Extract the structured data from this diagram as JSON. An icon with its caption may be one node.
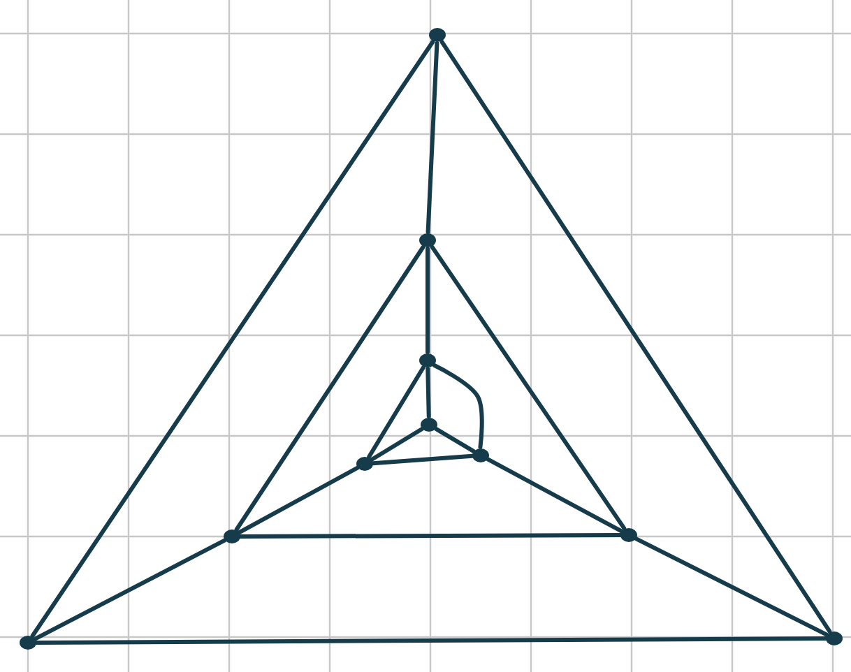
{
  "diagram": {
    "nodes": [
      {
        "text": [],
        "shape": "circle"
      },
      {
        "text": [],
        "shape": "circle"
      },
      {
        "text": [],
        "shape": "circle"
      },
      {
        "text": [],
        "shape": "circle"
      },
      {
        "text": [],
        "shape": "circle"
      },
      {
        "text": [],
        "shape": "circle"
      },
      {
        "text": [],
        "shape": "circle"
      },
      {
        "text": [],
        "shape": "circle"
      },
      {
        "text": [],
        "shape": "circle"
      },
      {
        "text": [],
        "shape": "circle"
      }
    ],
    "edges": [
      {
        "from": 0,
        "to": 9,
        "arrow": "none"
      },
      {
        "from": 0,
        "to": 8,
        "arrow": "none"
      },
      {
        "from": 9,
        "to": 8,
        "arrow": "none"
      },
      {
        "from": 0,
        "to": 1,
        "arrow": "none"
      },
      {
        "from": 9,
        "to": 7,
        "arrow": "none"
      },
      {
        "from": 8,
        "to": 6,
        "arrow": "none"
      },
      {
        "from": 1,
        "to": 7,
        "arrow": "none"
      },
      {
        "from": 1,
        "to": 6,
        "arrow": "none"
      },
      {
        "from": 7,
        "to": 6,
        "arrow": "none"
      },
      {
        "from": 1,
        "to": 2,
        "arrow": "none"
      },
      {
        "from": 7,
        "to": 5,
        "arrow": "none"
      },
      {
        "from": 6,
        "to": 4,
        "arrow": "none"
      },
      {
        "from": 2,
        "to": 5,
        "arrow": "none"
      },
      {
        "from": 2,
        "to": 4,
        "arrow": "none"
      },
      {
        "from": 5,
        "to": 4,
        "arrow": "none"
      },
      {
        "from": 2,
        "to": 3,
        "arrow": "none"
      },
      {
        "from": 5,
        "to": 3,
        "arrow": "none"
      },
      {
        "from": 3,
        "to": 4,
        "arrow": "none"
      }
    ]
  }
}
